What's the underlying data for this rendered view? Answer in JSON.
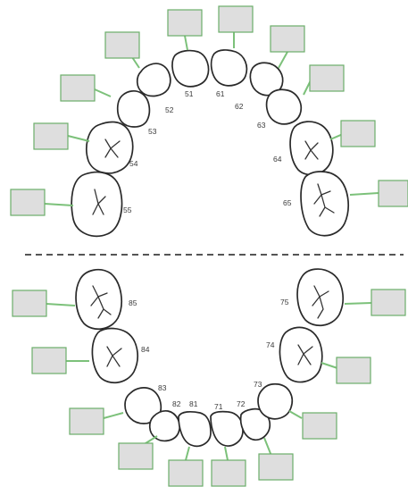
{
  "upper": {
    "labels": {
      "t55": "55",
      "t54": "54",
      "t53": "53",
      "t52": "52",
      "t51": "51",
      "t61": "61",
      "t62": "62",
      "t63": "63",
      "t64": "64",
      "t65": "65"
    }
  },
  "lower": {
    "labels": {
      "t85": "85",
      "t84": "84",
      "t83": "83",
      "t82": "82",
      "t81": "81",
      "t71": "71",
      "t72": "72",
      "t73": "73",
      "t74": "74",
      "t75": "75"
    }
  },
  "colors": {
    "answer_box_fill": "#dedede",
    "leader_line": "#7cc17a",
    "tooth_outline": "#2a2a2a"
  }
}
